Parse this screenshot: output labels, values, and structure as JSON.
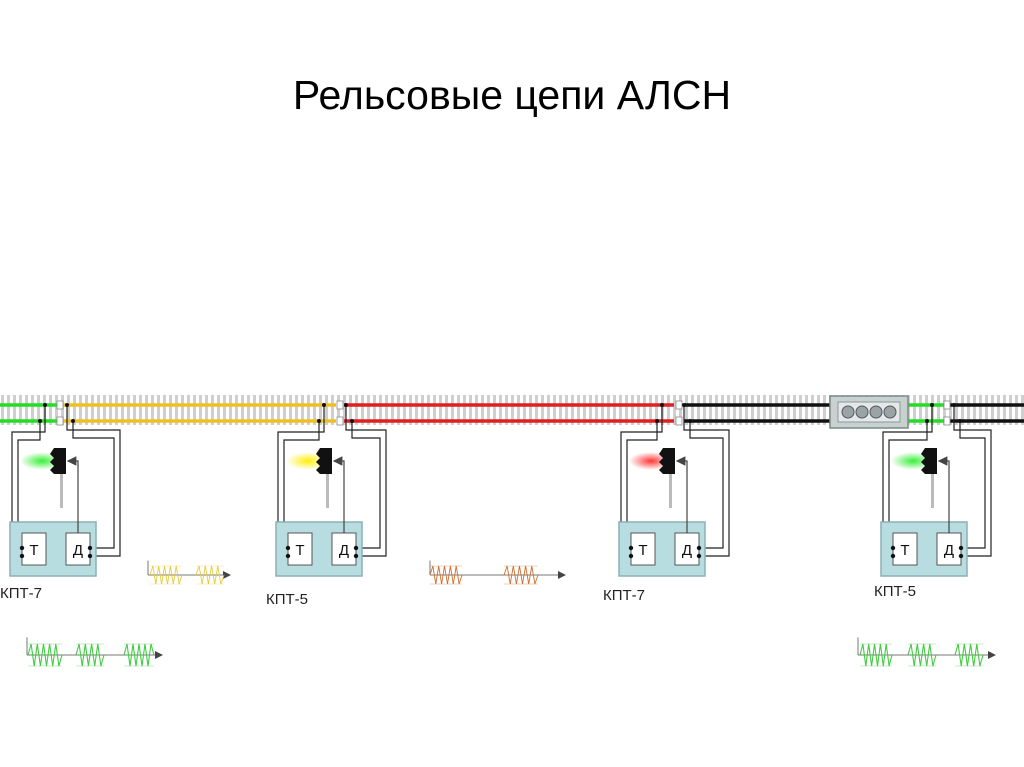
{
  "title": "Рельсовые цепи АЛСН",
  "colors": {
    "green": "#22dd22",
    "yellow": "#f0c020",
    "red": "#e02020",
    "black": "#111111",
    "equipment_box": "#b8dde0"
  },
  "sections": [
    {
      "rail_color": "green"
    },
    {
      "rail_color": "yellow"
    },
    {
      "rail_color": "red"
    },
    {
      "rail_color": "black"
    },
    {
      "rail_color": "green"
    },
    {
      "rail_color": "black"
    }
  ],
  "units": [
    {
      "code_label": "КПТ-7",
      "transmitter_label": "Т",
      "receiver_label": "Д",
      "signal_aspect": "green"
    },
    {
      "code_label": "КПТ-5",
      "transmitter_label": "Т",
      "receiver_label": "Д",
      "signal_aspect": "yellow"
    },
    {
      "code_label": "КПТ-7",
      "transmitter_label": "Т",
      "receiver_label": "Д",
      "signal_aspect": "red"
    },
    {
      "code_label": "КПТ-5",
      "transmitter_label": "Т",
      "receiver_label": "Д",
      "signal_aspect": "green"
    }
  ],
  "code_waveforms": [
    {
      "color": "yellow"
    },
    {
      "color": "orange"
    },
    {
      "color": "green"
    },
    {
      "color": "green"
    }
  ]
}
